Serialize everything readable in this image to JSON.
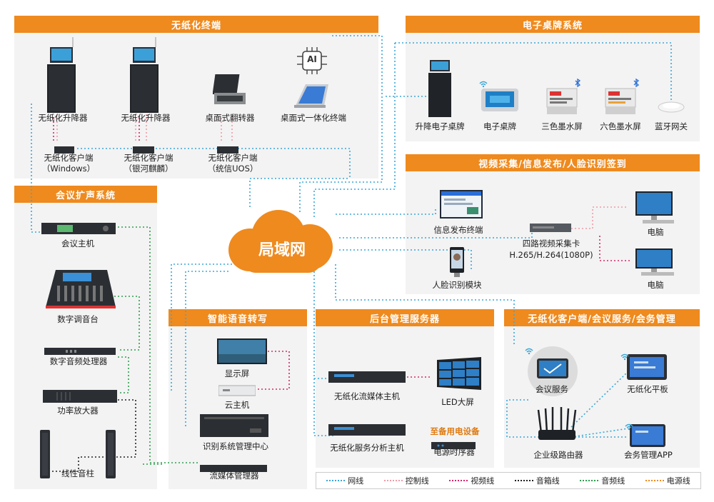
{
  "sections": {
    "paperless": "无纸化终端",
    "doorplate": "电子桌牌系统",
    "video": "视频采集/信息发布/人脸识别签到",
    "audio": "会议扩声系统",
    "voice": "智能语音转写",
    "backend": "后台管理服务器",
    "client": "无纸化客户端/会议服务/会务管理"
  },
  "cloud": "局域网",
  "ai_badge": "AI",
  "devices": {
    "lift1": "无纸化升降器",
    "lift2": "无纸化升降器",
    "flip": "桌面式翻转器",
    "allinone": "桌面式一体化终端",
    "client_win": "无纸化客户端\n（Windows）",
    "client_kylin": "无纸化客户端\n（银河麒麟）",
    "client_uos": "无纸化客户端\n（统信UOS）",
    "lift_plate": "升降电子桌牌",
    "e_plate": "电子桌牌",
    "ink3": "三色墨水屏",
    "ink6": "六色墨水屏",
    "bt_gw": "蓝牙网关",
    "info_term": "信息发布终端",
    "capture_card": "四路视频采集卡",
    "capture_fmt": "H.265/H.264(1080P)",
    "pc1": "电脑",
    "pc2": "电脑",
    "face": "人脸识别模块",
    "host": "会议主机",
    "mixer": "数字调音台",
    "dsp": "数字音频处理器",
    "amp": "功率放大器",
    "column": "线性音柱",
    "display": "显示屏",
    "cloud_host": "云主机",
    "recog_center": "识别系统管理中心",
    "stream_mgr": "流媒体管理器",
    "stream_host": "无纸化流媒体主机",
    "led": "LED大屏",
    "analysis_host": "无纸化服务分析主机",
    "backup": "至备用电设备",
    "sequencer": "电源时序器",
    "meeting_svc": "会议服务",
    "tablet": "无纸化平板",
    "router": "企业级路由器",
    "app": "会务管理APP"
  },
  "legend": [
    {
      "label": "网线",
      "color": "#3aa7d8"
    },
    {
      "label": "控制线",
      "color": "#f29aa6"
    },
    {
      "label": "视频线",
      "color": "#d4286a"
    },
    {
      "label": "音箱线",
      "color": "#222222"
    },
    {
      "label": "音频线",
      "color": "#2e9e4f"
    },
    {
      "label": "电源线",
      "color": "#ef8a1e"
    }
  ]
}
